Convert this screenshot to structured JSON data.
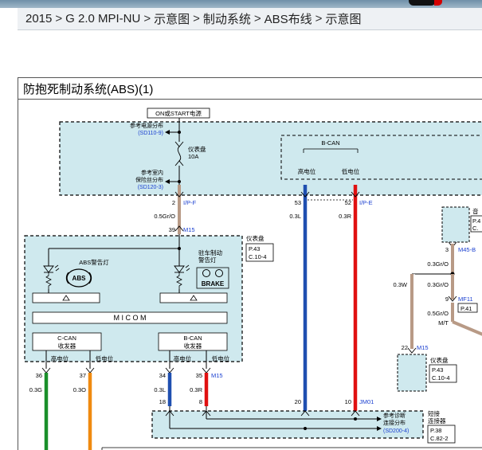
{
  "breadcrumb": {
    "items": [
      "2015",
      "G 2.0 MPI-NU",
      "示意图",
      "制动系统",
      "ABS布线",
      "示意图"
    ],
    "separator": ">"
  },
  "diagram": {
    "title": "防抱死制动系统(ABS)(1)",
    "power_label": "ON或START电源",
    "ref_power_1": "参考电源分布",
    "ref_power_1_link": "(SD110-9)",
    "fuse_name": "仪表盘",
    "fuse_rating": "10A",
    "ref_fuse_1": "参考室内",
    "ref_fuse_2": "保险丝分布",
    "ref_fuse_link": "(SD120-3)",
    "bcan_label": "B-CAN",
    "high_level": "高电位",
    "low_level": "低电位",
    "pin_2": "2",
    "conn_ipf": "I/P-F",
    "pin_53": "53",
    "pin_52": "52",
    "conn_ipe": "I/P-E",
    "wire_05gro": "0.5Gr/O",
    "wire_03l": "0.3L",
    "wire_03r": "0.3R",
    "pin_39": "39",
    "conn_m15": "M15",
    "cluster_label": "仪表盘",
    "cluster_page": "P.43",
    "cluster_conn": "C.10-4",
    "abs_lamp_label": "ABS警告灯",
    "abs_symbol": "ABS",
    "park_lamp_1": "驻车制动",
    "park_lamp_2": "警告灯",
    "brake_symbol": "BRAKE",
    "micom": "M I C O M",
    "ccan_1": "C-CAN",
    "ccan_2": "收发器",
    "bcan_1": "B-CAN",
    "bcan_2": "收发器",
    "pin_36": "36",
    "pin_37": "37",
    "pin_34": "34",
    "pin_35": "35",
    "wire_03g": "0.3G",
    "wire_03o": "0.3O",
    "wire_03l_b": "0.3L",
    "wire_03r_b": "0.3R",
    "pin_18": "18",
    "pin_8": "8",
    "pin_20": "20",
    "pin_10": "10",
    "conn_jm01": "JM01",
    "ref_diag_1": "参考诊断",
    "ref_diag_2": "连接分布",
    "ref_diag_link": "(SD200-4)",
    "short_conn_1": "短接",
    "short_conn_2": "连接器",
    "short_page": "P.38",
    "short_conn": "C.82-2",
    "right_box_1": "音",
    "right_box_2": "P.4",
    "right_box_3": "C.",
    "pin_3": "3",
    "conn_m45b": "M45-B",
    "wire_03gro_r": "0.3Gr/O",
    "wire_03w": "0.3W",
    "wire_03gro_r2": "0.3Gr/O",
    "pin_9": "9",
    "conn_mf11": "MF11",
    "mf11_page": "P.41",
    "wire_05gro_r": "0.5Gr/O",
    "mt_label": "M/T",
    "pin_22": "22",
    "cluster2_label": "仪表盘",
    "cluster2_page": "P.43",
    "cluster2_conn": "C.10-4"
  },
  "colors": {
    "panel_fill": "#cfe9ee",
    "wire_blue": "#1f4fb0",
    "wire_red": "#e01010",
    "wire_green": "#1a8f2a",
    "wire_orange": "#f08a10",
    "wire_brown": "#b89a86",
    "link_blue": "#1a3fd0"
  }
}
